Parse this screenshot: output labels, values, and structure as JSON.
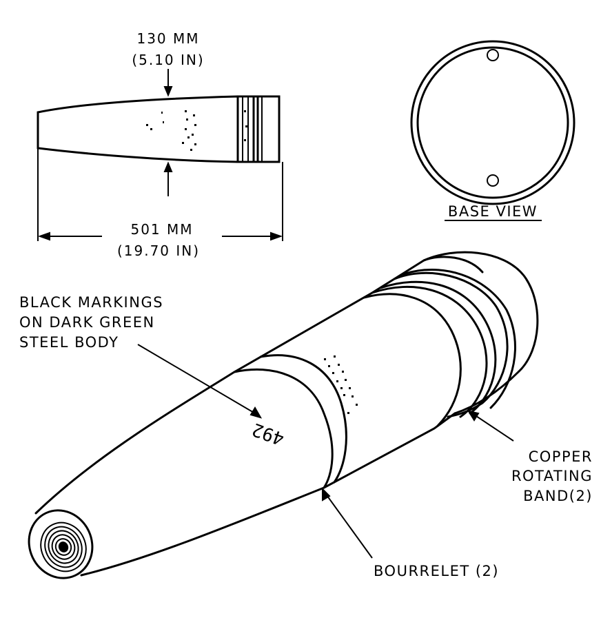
{
  "dimensions": {
    "diameter_mm": "130 MM",
    "diameter_in": "(5.10 IN)",
    "length_mm": "501 MM",
    "length_in": "(19.70 IN)"
  },
  "base_view": {
    "label": "BASE VIEW"
  },
  "callouts": {
    "markings_line1": "BLACK MARKINGS",
    "markings_line2": "ON DARK GREEN",
    "markings_line3": "STEEL BODY",
    "band_line1": "COPPER",
    "band_line2": "ROTATING",
    "band_line3": "BAND(2)",
    "bourrelet": "BOURRELET (2)"
  },
  "body_marking": "492"
}
